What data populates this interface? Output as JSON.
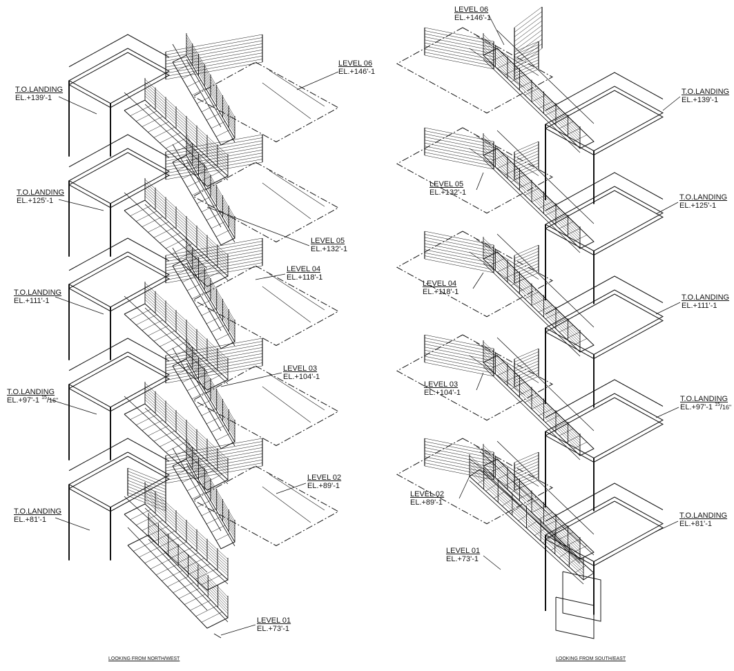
{
  "left_view": {
    "caption": "LOOKING FROM NORTH/WEST",
    "labels": [
      {
        "key": "l06",
        "title": "LEVEL 06",
        "elev": "EL.+146'-1"
      },
      {
        "key": "ol139",
        "title": "T.O.LANDING",
        "elev": "EL.+139'-1"
      },
      {
        "key": "ol125",
        "title": "T.O.LANDING",
        "elev": "EL.+125'-1"
      },
      {
        "key": "l05",
        "title": "LEVEL 05",
        "elev": "EL.+132'-1"
      },
      {
        "key": "l04",
        "title": "LEVEL 04",
        "elev": "EL.+118'-1"
      },
      {
        "key": "ol111",
        "title": "T.O.LANDING",
        "elev": "EL.+111'-1"
      },
      {
        "key": "l03",
        "title": "LEVEL 03",
        "elev": "EL.+104'-1"
      },
      {
        "key": "ol97",
        "title": "T.O.LANDING",
        "elev": "EL.+97'-1",
        "frac_num": "15",
        "frac_den": "16\""
      },
      {
        "key": "l02",
        "title": "LEVEL 02",
        "elev": "EL.+89'-1"
      },
      {
        "key": "ol81",
        "title": "T.O.LANDING",
        "elev": "EL.+81'-1"
      },
      {
        "key": "l01",
        "title": "LEVEL 01",
        "elev": "EL.+73'-1"
      }
    ]
  },
  "right_view": {
    "caption": "LOOKING FROM SOUTH/EAST",
    "labels": [
      {
        "key": "l06",
        "title": "LEVEL 06",
        "elev": "EL.+146'-1"
      },
      {
        "key": "ol139",
        "title": "T.O.LANDING",
        "elev": "EL.+139'-1"
      },
      {
        "key": "l05",
        "title": "LEVEL 05",
        "elev": "EL.+132'-1"
      },
      {
        "key": "ol125",
        "title": "T.O.LANDING",
        "elev": "EL.+125'-1"
      },
      {
        "key": "l04",
        "title": "LEVEL 04",
        "elev": "EL.+118'-1"
      },
      {
        "key": "ol111",
        "title": "T.O.LANDING",
        "elev": "EL.+111'-1"
      },
      {
        "key": "l03",
        "title": "LEVEL 03",
        "elev": "EL.+104'-1"
      },
      {
        "key": "ol97",
        "title": "T.O.LANDING",
        "elev": "EL.+97'-1",
        "frac_num": "15",
        "frac_den": "16\""
      },
      {
        "key": "l02",
        "title": "LEVEL 02",
        "elev": "EL.+89'-1"
      },
      {
        "key": "ol81",
        "title": "T.O.LANDING",
        "elev": "EL.+81'-1"
      },
      {
        "key": "l01",
        "title": "LEVEL 01",
        "elev": "EL.+73'-1"
      }
    ]
  }
}
